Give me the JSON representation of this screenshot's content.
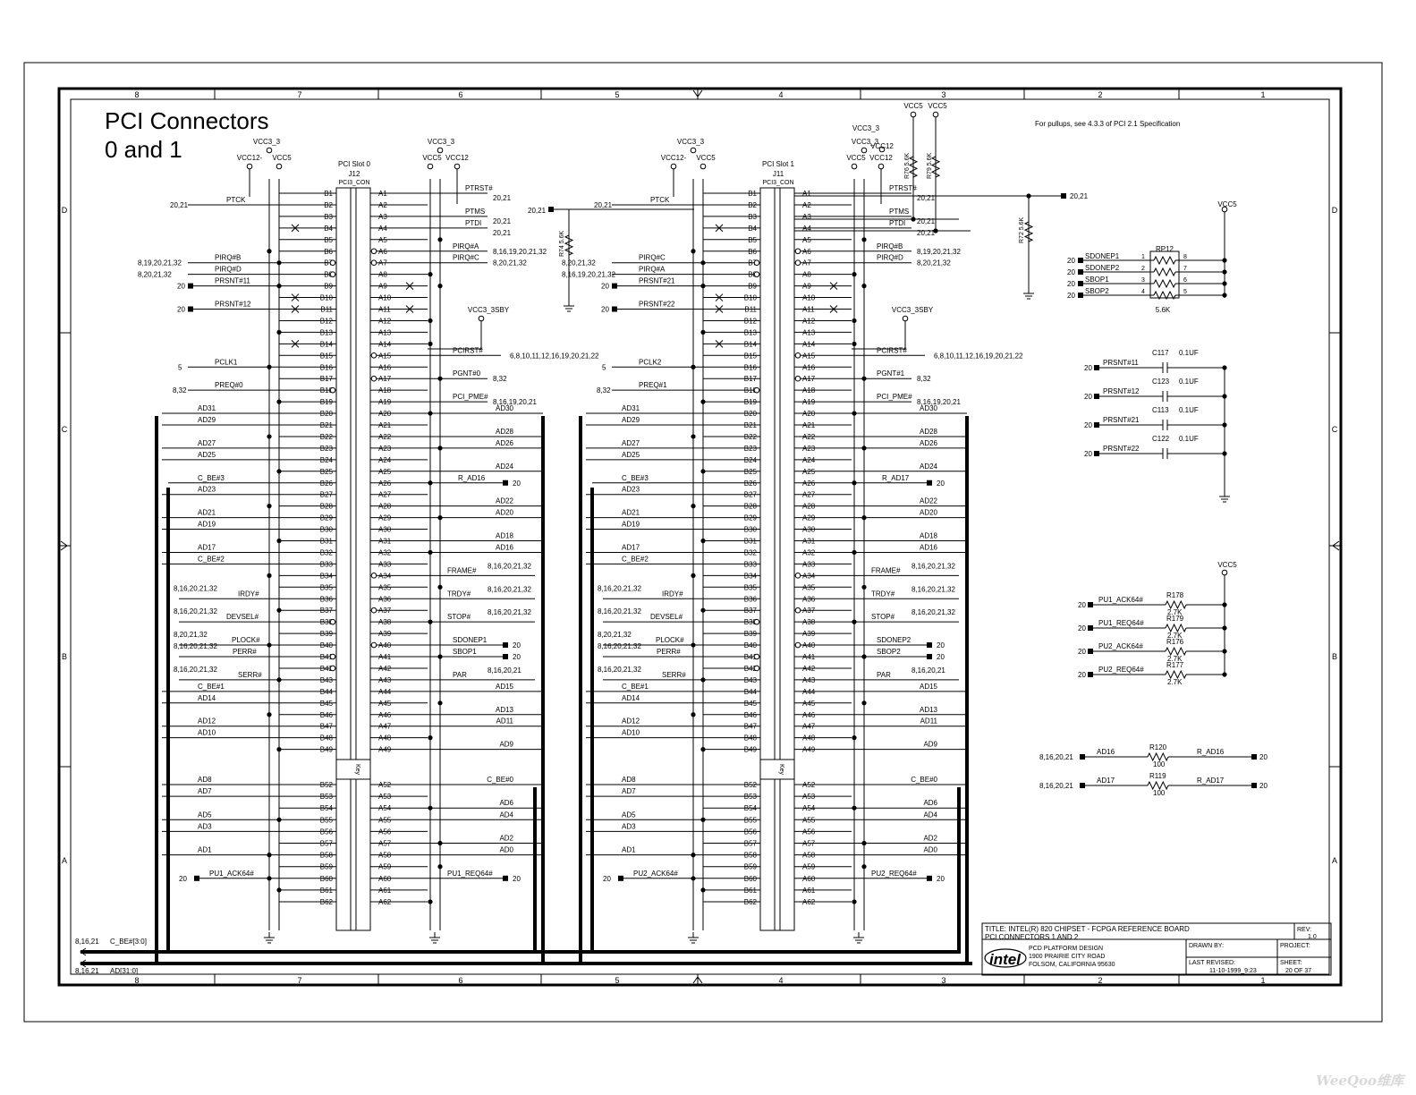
{
  "title": {
    "line1": "PCI Connectors",
    "line2": "0 and 1"
  },
  "note": "For pullups, see 4.3.3 of PCI 2.1 Specification",
  "frame": {
    "top_cols": [
      "8",
      "7",
      "6",
      "5",
      "4",
      "3",
      "2",
      "1"
    ],
    "bottom_cols": [
      "8",
      "7",
      "6",
      "5",
      "4",
      "3",
      "2",
      "1"
    ],
    "rows": [
      "D",
      "C",
      "B",
      "A"
    ]
  },
  "slot0": {
    "name": "PCI Slot 0",
    "ref": "J12",
    "part": "PCI3_CON",
    "rails_left": [
      "VCC12-",
      "VCC5"
    ],
    "rail_left_top": "VCC3_3",
    "rails_right": [
      "VCC5",
      "VCC12"
    ],
    "rail_right_top": "VCC3_3",
    "sby": "VCC3_3SBY",
    "key": "Key",
    "b_nets": [
      {
        "n": "PTCK",
        "ref": "20,21"
      },
      {
        "n": "PIRQ#B",
        "ref": "8,19,20,21,32"
      },
      {
        "n": "PIRQ#D",
        "ref": "8,20,21,32"
      },
      {
        "n": "PRSNT#11",
        "ref": "20"
      },
      {
        "n": "PRSNT#12",
        "ref": "20"
      },
      {
        "n": "PCLK1",
        "ref": "5"
      },
      {
        "n": "PREQ#0",
        "ref": "8,32"
      }
    ],
    "a_nets": [
      {
        "n": "PTRST#",
        "ref": "20,21"
      },
      {
        "n": "PTMS",
        "ref": "20,21"
      },
      {
        "n": "PTDI",
        "ref": "20,21"
      },
      {
        "n": "PIRQ#A",
        "ref": "8,16,19,20,21,32"
      },
      {
        "n": "PIRQ#C",
        "ref": "8,20,21,32"
      },
      {
        "n": "PCIRST#",
        "ref": "6,8,10,11,12,16,19,20,21,22"
      },
      {
        "n": "PGNT#0",
        "ref": "8,32"
      },
      {
        "n": "PCI_PME#",
        "ref": "8,16,19,20,21"
      }
    ],
    "b_ctrl": [
      {
        "n": "IRDY#",
        "ref": "8,16,20,21,32"
      },
      {
        "n": "DEVSEL#",
        "ref": "8,16,20,21,32"
      },
      {
        "n": "PLOCK#",
        "ref": "8,20,21,32"
      },
      {
        "n": "PERR#",
        "ref": "8,16,20,21,32"
      },
      {
        "n": "SERR#",
        "ref": "8,16,20,21,32"
      }
    ],
    "a_ctrl": [
      {
        "n": "FRAME#",
        "ref": "8,16,20,21,32"
      },
      {
        "n": "TRDY#",
        "ref": "8,16,20,21,32"
      },
      {
        "n": "STOP#",
        "ref": "8,16,20,21,32"
      },
      {
        "n": "SDONEP1",
        "ref": "20"
      },
      {
        "n": "SBOP1",
        "ref": "20"
      },
      {
        "n": "PAR",
        "ref": "8,16,20,21"
      }
    ],
    "ack": {
      "n": "PU1_ACK64#",
      "ref": "20"
    },
    "req": {
      "n": "PU1_REQ64#",
      "ref": "20"
    },
    "rad": {
      "n": "R_AD16",
      "ref": "20"
    }
  },
  "slot1": {
    "name": "PCI Slot 1",
    "ref": "J11",
    "part": "PCI3_CON",
    "rails_left": [
      "VCC12-",
      "VCC5"
    ],
    "rail_left_top": "VCC3_3",
    "rails_right": [
      "VCC5",
      "VCC12"
    ],
    "rail_right_top": "VCC3_3",
    "sby": "VCC3_3SBY",
    "key": "Key",
    "b_nets": [
      {
        "n": "PTCK",
        "ref": "20,21"
      },
      {
        "n": "PIRQ#C",
        "ref": "8,20,21,32"
      },
      {
        "n": "PIRQ#A",
        "ref": "8,16,19,20,21,32"
      },
      {
        "n": "PRSNT#21",
        "ref": "20"
      },
      {
        "n": "PRSNT#22",
        "ref": "20"
      },
      {
        "n": "PCLK2",
        "ref": "5"
      },
      {
        "n": "PREQ#1",
        "ref": "8,32"
      }
    ],
    "a_nets": [
      {
        "n": "PTRST#",
        "ref": "20,21"
      },
      {
        "n": "PTMS",
        "ref": "20,21"
      },
      {
        "n": "PTDI",
        "ref": "20,21"
      },
      {
        "n": "PIRQ#B",
        "ref": "8,19,20,21,32"
      },
      {
        "n": "PIRQ#D",
        "ref": "8,20,21,32"
      },
      {
        "n": "PCIRST#",
        "ref": "6,8,10,11,12,16,19,20,21,22"
      },
      {
        "n": "PGNT#1",
        "ref": "8,32"
      },
      {
        "n": "PCI_PME#",
        "ref": "8,16,19,20,21"
      }
    ],
    "b_ctrl": [
      {
        "n": "IRDY#",
        "ref": "8,16,20,21,32"
      },
      {
        "n": "DEVSEL#",
        "ref": "8,16,20,21,32"
      },
      {
        "n": "PLOCK#",
        "ref": "8,20,21,32"
      },
      {
        "n": "PERR#",
        "ref": "8,16,20,21,32"
      },
      {
        "n": "SERR#",
        "ref": "8,16,20,21,32"
      }
    ],
    "a_ctrl": [
      {
        "n": "FRAME#",
        "ref": "8,16,20,21,32"
      },
      {
        "n": "TRDY#",
        "ref": "8,16,20,21,32"
      },
      {
        "n": "STOP#",
        "ref": "8,16,20,21,32"
      },
      {
        "n": "SDONEP2",
        "ref": "20"
      },
      {
        "n": "SBOP2",
        "ref": "20"
      },
      {
        "n": "PAR",
        "ref": "8,16,20,21"
      }
    ],
    "ack": {
      "n": "PU2_ACK64#",
      "ref": "20"
    },
    "req": {
      "n": "PU2_REQ64#",
      "ref": "20"
    },
    "rad": {
      "n": "R_AD17",
      "ref": "20"
    }
  },
  "b_pins": [
    "B1",
    "B2",
    "B3",
    "B4",
    "B5",
    "B6",
    "B7",
    "B8",
    "B9",
    "B10",
    "B11",
    "B12",
    "B13",
    "B14",
    "B15",
    "B16",
    "B17",
    "B18",
    "B19",
    "B20",
    "B21",
    "B22",
    "B23",
    "B24",
    "B25",
    "B26",
    "B27",
    "B28",
    "B29",
    "B30",
    "B31",
    "B32",
    "B33",
    "B34",
    "B35",
    "B36",
    "B37",
    "B38",
    "B39",
    "B40",
    "B41",
    "B42",
    "B43",
    "B44",
    "B45",
    "B46",
    "B47",
    "B48",
    "B49",
    "B52",
    "B53",
    "B54",
    "B55",
    "B56",
    "B57",
    "B58",
    "B59",
    "B60",
    "B61",
    "B62"
  ],
  "a_pins": [
    "A1",
    "A2",
    "A3",
    "A4",
    "A5",
    "A6",
    "A7",
    "A8",
    "A9",
    "A10",
    "A11",
    "A12",
    "A13",
    "A14",
    "A15",
    "A16",
    "A17",
    "A18",
    "A19",
    "A20",
    "A21",
    "A22",
    "A23",
    "A24",
    "A25",
    "A26",
    "A27",
    "A28",
    "A29",
    "A30",
    "A31",
    "A32",
    "A33",
    "A34",
    "A35",
    "A36",
    "A37",
    "A38",
    "A39",
    "A40",
    "A41",
    "A42",
    "A43",
    "A44",
    "A45",
    "A46",
    "A47",
    "A48",
    "A49",
    "A52",
    "A53",
    "A54",
    "A55",
    "A56",
    "A57",
    "A58",
    "A59",
    "A60",
    "A61",
    "A62"
  ],
  "b_ad": [
    "",
    "",
    "",
    "",
    "",
    "",
    "",
    "",
    "",
    "",
    "",
    "",
    "",
    "",
    "",
    "",
    "",
    "",
    "",
    "AD31",
    "AD29",
    "",
    "AD27",
    "AD25",
    "",
    "C_BE#3",
    "AD23",
    "",
    "AD21",
    "AD19",
    "",
    "AD17",
    "C_BE#2",
    "",
    "",
    "",
    "",
    "",
    "",
    "",
    "",
    "",
    "",
    "C_BE#1",
    "AD14",
    "",
    "AD12",
    "AD10",
    "",
    "AD8",
    "AD7",
    "",
    "AD5",
    "AD3",
    "",
    "AD1",
    "",
    "",
    "",
    ""
  ],
  "a_ad": [
    "",
    "",
    "",
    "",
    "",
    "",
    "",
    "",
    "",
    "",
    "",
    "",
    "",
    "",
    "",
    "",
    "",
    "",
    "",
    "AD30",
    "",
    "AD28",
    "AD26",
    "",
    "AD24",
    "",
    "",
    "AD22",
    "AD20",
    "",
    "AD18",
    "AD16",
    "",
    "",
    "",
    "",
    "",
    "",
    "",
    "",
    "",
    "",
    "",
    "AD15",
    "",
    "AD13",
    "AD11",
    "",
    "AD9",
    "C_BE#0",
    "",
    "AD6",
    "AD4",
    "",
    "AD2",
    "AD0",
    "",
    "",
    "",
    ""
  ],
  "pullups_ul": {
    "ref": "RP12",
    "value": "5.6K",
    "rail": "VCC5",
    "nets": [
      "SDONEP1",
      "SDONEP2",
      "SBOP1",
      "SBOP2"
    ],
    "pins_l": [
      "1",
      "2",
      "3",
      "4"
    ],
    "pins_r": [
      "8",
      "7",
      "6",
      "5"
    ],
    "src": "20"
  },
  "jtag_pullups": [
    {
      "ref": "R76",
      "value": "5.6K"
    },
    {
      "ref": "R79",
      "value": "5.6K"
    },
    {
      "ref": "R74",
      "value": "5.6K"
    },
    {
      "ref": "R72",
      "value": "5.6K"
    }
  ],
  "vcc_top": [
    "VCC5",
    "VCC5",
    "VCC3_3",
    "VCC12"
  ],
  "caps": [
    {
      "net": "PRSNT#11",
      "ref": "C117",
      "val": "0.1UF",
      "src": "20"
    },
    {
      "net": "PRSNT#12",
      "ref": "C123",
      "val": "0.1UF",
      "src": "20"
    },
    {
      "net": "PRSNT#21",
      "ref": "C113",
      "val": "0.1UF",
      "src": "20"
    },
    {
      "net": "PRSNT#22",
      "ref": "C122",
      "val": "0.1UF",
      "src": "20"
    }
  ],
  "ack_pullups": {
    "rail": "VCC5",
    "items": [
      {
        "net": "PU1_ACK64#",
        "ref": "R178",
        "val": "2.7K",
        "src": "20"
      },
      {
        "net": "PU1_REQ64#",
        "ref": "R179",
        "val": "2.7K",
        "src": "20"
      },
      {
        "net": "PU2_ACK64#",
        "ref": "R176",
        "val": "2.7K",
        "src": "20"
      },
      {
        "net": "PU2_REQ64#",
        "ref": "R177",
        "val": "2.7K",
        "src": "20"
      }
    ]
  },
  "series_r": [
    {
      "in": "AD16",
      "ref": "R120",
      "val": "100",
      "out": "R_AD16",
      "src": "8,16,20,21",
      "dst": "20"
    },
    {
      "in": "AD17",
      "ref": "R119",
      "val": "100",
      "out": "R_AD17",
      "src": "8,16,20,21",
      "dst": "20"
    }
  ],
  "bus": {
    "cbe": "C_BE#[3:0]",
    "cbe_ref": "8,16,21",
    "ad": "AD[31:0]",
    "ad_ref": "8,16,21"
  },
  "title_block": {
    "title_line1": "TITLE: INTEL(R) 820 CHIPSET - FCPGA REFERENCE BOARD",
    "title_line2": "PCI CONNECTORS 1 AND 2",
    "rev_label": "REV:",
    "rev": "1.0",
    "logo": "intel",
    "company1": "PCD PLATFORM DESIGN",
    "company2": "1900 PRAIRIE CITY ROAD",
    "company3": "FOLSOM, CALIFORNIA 95630",
    "drawn_label": "DRAWN BY:",
    "project_label": "PROJECT:",
    "revised_label": "LAST REVISED:",
    "revised": "11-10-1999_9:23",
    "sheet_label": "SHEET:",
    "sheet": "20 OF 37"
  },
  "watermark": "WeeQoo维库"
}
